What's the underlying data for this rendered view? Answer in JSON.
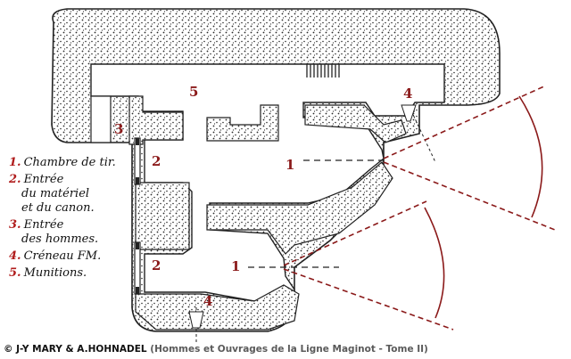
{
  "labels": {
    "room_main": "5",
    "room_left": "3",
    "entry_upper": "2",
    "entry_lower": "2",
    "embrasure_upper": "1",
    "embrasure_lower": "1",
    "loophole_right": "4",
    "loophole_bottom": "4"
  },
  "legend": [
    {
      "num": "1.",
      "lines": [
        "Chambre de tir."
      ]
    },
    {
      "num": "2.",
      "lines": [
        "Entrée",
        "du matériel",
        "et du canon."
      ]
    },
    {
      "num": "3.",
      "lines": [
        "Entrée",
        "des hommes."
      ]
    },
    {
      "num": "4.",
      "lines": [
        "Créneau FM."
      ]
    },
    {
      "num": "5.",
      "lines": [
        "Munitions."
      ]
    }
  ],
  "credit": {
    "authors": "© J-Y MARY & A.HOHNADEL",
    "source": "(Hommes et Ouvrages de la Ligne Maginot - Tome II)"
  },
  "colors": {
    "concrete": "#ffffff",
    "dots": "#2a2a2a",
    "outline": "#222222",
    "red": "#8b1a1a"
  }
}
